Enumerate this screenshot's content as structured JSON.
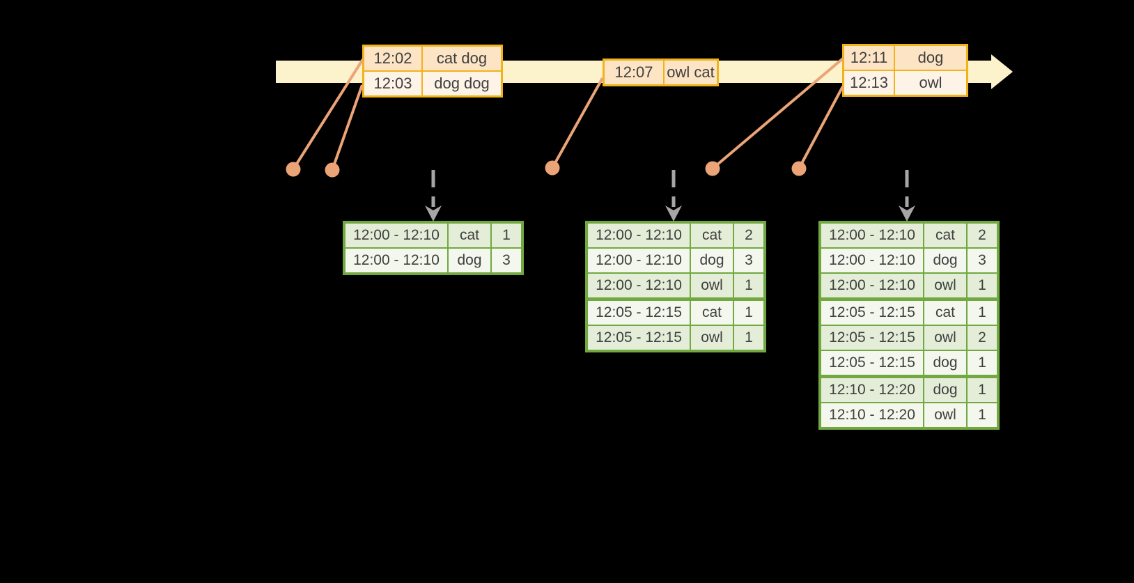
{
  "diagram": {
    "description": "Windowed grouped aggregation over an event-time stream",
    "colors": {
      "bg": "#000000",
      "band": "#fcf2cc",
      "event-border": "#f1b21a",
      "event-fill": "#fce4c4",
      "event-fill-alt": "#fdf3e7",
      "connector": "#eba477",
      "trigger": "#a6a6a6",
      "table-border": "#71a840",
      "table-fill": "#e4edd8",
      "table-fill-alt": "#f3f7ed",
      "text": "#3f3f3f"
    },
    "event_boxes": [
      {
        "rows": [
          {
            "time": "12:02",
            "words": "cat dog"
          },
          {
            "time": "12:03",
            "words": "dog dog"
          }
        ]
      },
      {
        "rows": [
          {
            "time": "12:07",
            "words": "owl cat"
          }
        ]
      },
      {
        "rows": [
          {
            "time": "12:11",
            "words": "dog"
          },
          {
            "time": "12:13",
            "words": "owl"
          }
        ]
      }
    ],
    "result_tables": [
      {
        "rows": [
          {
            "window": "12:00 - 12:10",
            "word": "cat",
            "count": "1"
          },
          {
            "window": "12:00 - 12:10",
            "word": "dog",
            "count": "3"
          }
        ]
      },
      {
        "rows": [
          {
            "window": "12:00 - 12:10",
            "word": "cat",
            "count": "2"
          },
          {
            "window": "12:00 - 12:10",
            "word": "dog",
            "count": "3"
          },
          {
            "window": "12:00 - 12:10",
            "word": "owl",
            "count": "1"
          },
          {
            "window": "12:05 - 12:15",
            "word": "cat",
            "count": "1"
          },
          {
            "window": "12:05 - 12:15",
            "word": "owl",
            "count": "1"
          }
        ]
      },
      {
        "rows": [
          {
            "window": "12:00 - 12:10",
            "word": "cat",
            "count": "2"
          },
          {
            "window": "12:00 - 12:10",
            "word": "dog",
            "count": "3"
          },
          {
            "window": "12:00 - 12:10",
            "word": "owl",
            "count": "1"
          },
          {
            "window": "12:05 - 12:15",
            "word": "cat",
            "count": "1"
          },
          {
            "window": "12:05 - 12:15",
            "word": "owl",
            "count": "2"
          },
          {
            "window": "12:05 - 12:15",
            "word": "dog",
            "count": "1"
          },
          {
            "window": "12:10 - 12:20",
            "word": "dog",
            "count": "1"
          },
          {
            "window": "12:10 - 12:20",
            "word": "owl",
            "count": "1"
          }
        ]
      }
    ]
  }
}
